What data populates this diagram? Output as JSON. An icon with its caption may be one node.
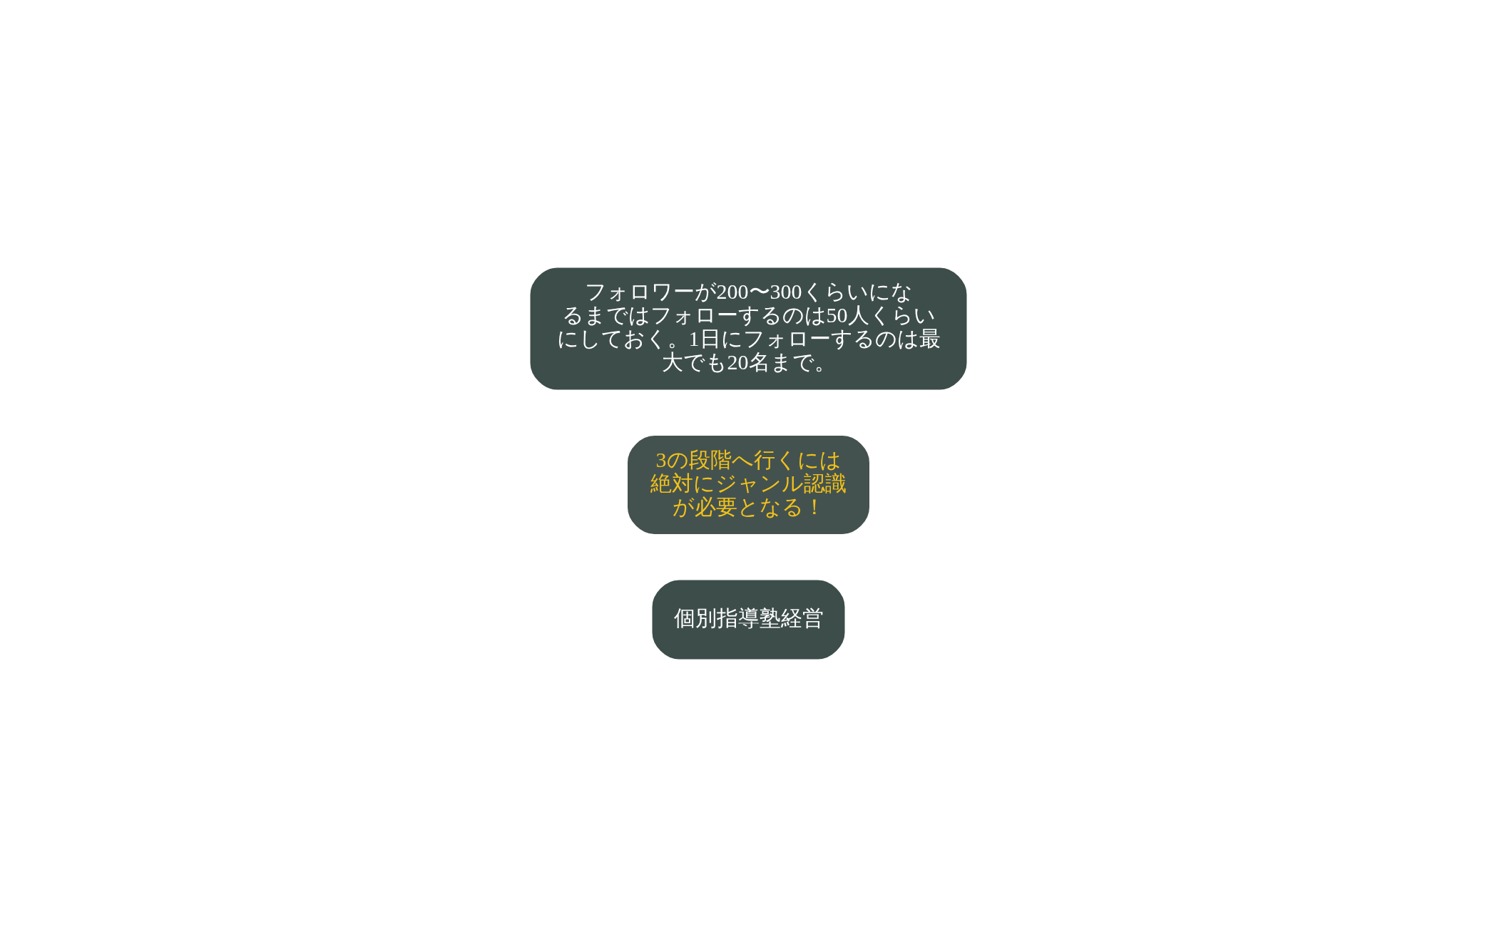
{
  "diagram": {
    "nodes": [
      {
        "text": [
          "個別指導塾経営"
        ]
      },
      {
        "text": [
          "3の段階へ行くには絶対にジャンル認識が必要となる！"
        ]
      },
      {
        "text": [
          "フォロワーが200〜300くらいになるまではフォローするのは50人くらいにしておく。1日にフォローするのは最大でも20名まで。"
        ]
      }
    ],
    "edges": []
  }
}
